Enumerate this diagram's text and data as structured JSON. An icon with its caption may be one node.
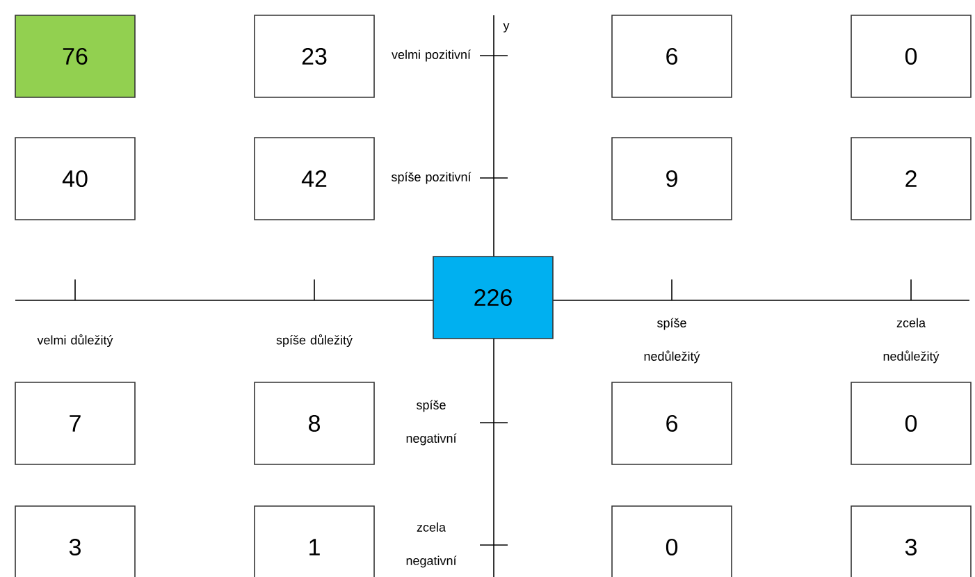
{
  "diagram": {
    "nodes": [
      {
        "text": [
          "76"
        ]
      },
      {
        "text": [
          "23"
        ]
      },
      {
        "text": [
          "6"
        ]
      },
      {
        "text": [
          "0"
        ]
      },
      {
        "text": [
          "40"
        ]
      },
      {
        "text": [
          "42"
        ]
      },
      {
        "text": [
          "9"
        ]
      },
      {
        "text": [
          "2"
        ]
      },
      {
        "text": [
          "226"
        ]
      },
      {
        "text": [
          "7"
        ]
      },
      {
        "text": [
          "8"
        ]
      },
      {
        "text": [
          "6"
        ]
      },
      {
        "text": [
          "0"
        ]
      },
      {
        "text": [
          "3"
        ]
      },
      {
        "text": [
          "1"
        ]
      },
      {
        "text": [
          "0"
        ]
      },
      {
        "text": [
          "3"
        ]
      }
    ],
    "labels": [
      "y",
      "velmi pozitivní",
      "spíše pozitivní",
      "velmi důležitý",
      "spíše důležitý",
      "spíše nedůležitý",
      "zcela nedůležitý",
      "spíše negativní",
      "zcela negativní"
    ]
  }
}
